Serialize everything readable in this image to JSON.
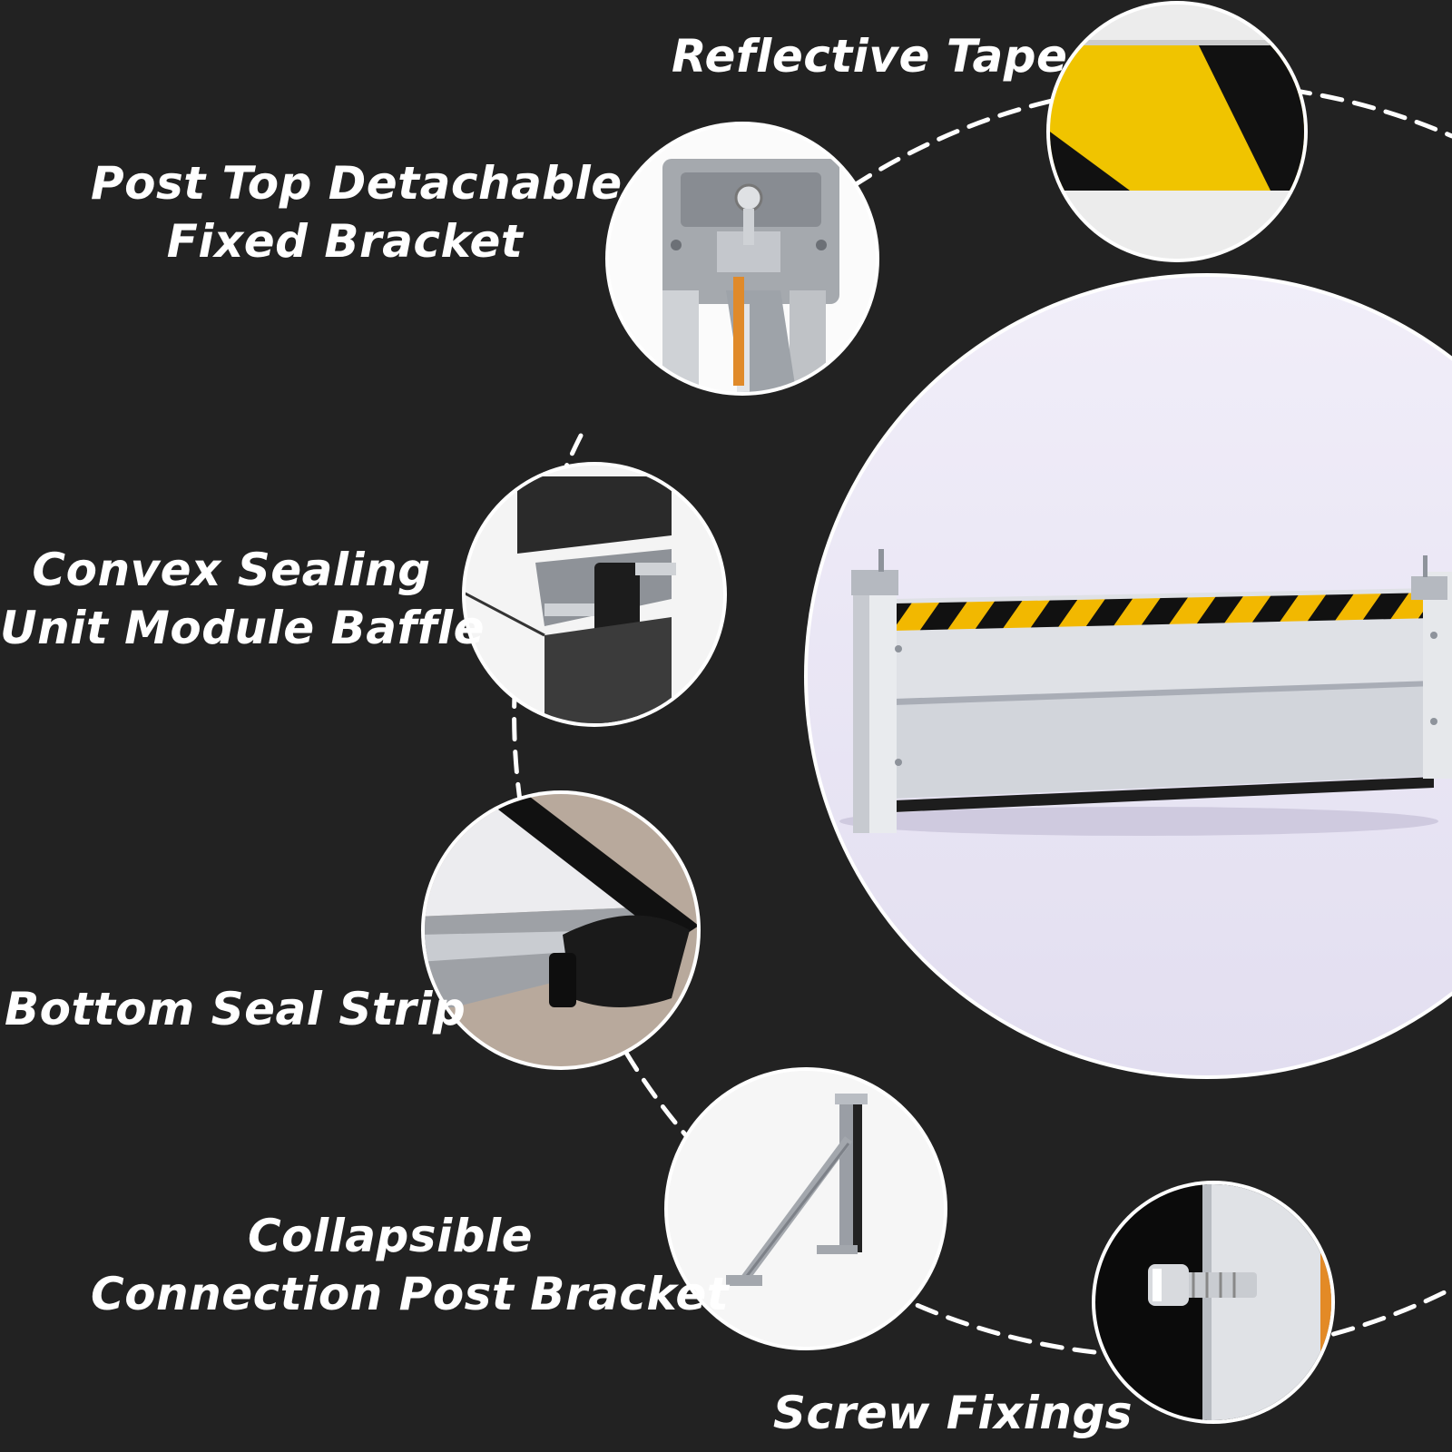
{
  "background_color": "#222222",
  "features": [
    {
      "id": "reflective-tape",
      "lines": [
        "Reflective Tape"
      ]
    },
    {
      "id": "post-top-bracket",
      "lines": [
        "Post Top Detachable",
        "Fixed Bracket"
      ]
    },
    {
      "id": "convex-sealing",
      "lines": [
        "Convex Sealing",
        "Unit Module Baffle"
      ]
    },
    {
      "id": "bottom-seal",
      "lines": [
        "Bottom Seal Strip"
      ]
    },
    {
      "id": "collapsible-bracket",
      "lines": [
        "Collapsible",
        "Connection Post Bracket"
      ]
    },
    {
      "id": "screw-fixings",
      "lines": [
        "Screw Fixings"
      ]
    }
  ],
  "colors": {
    "warning_yellow": "#f2c200",
    "warning_black": "#111111",
    "aluminium": "#d9dbe0",
    "rubber": "#151515",
    "photo_background": "#e9e6f5"
  },
  "icons": [
    "reflective-tape-photo",
    "bracket-photo",
    "baffle-photo",
    "seal-strip-photo",
    "post-bracket-photo",
    "screw-photo",
    "flood-barrier-photo"
  ]
}
